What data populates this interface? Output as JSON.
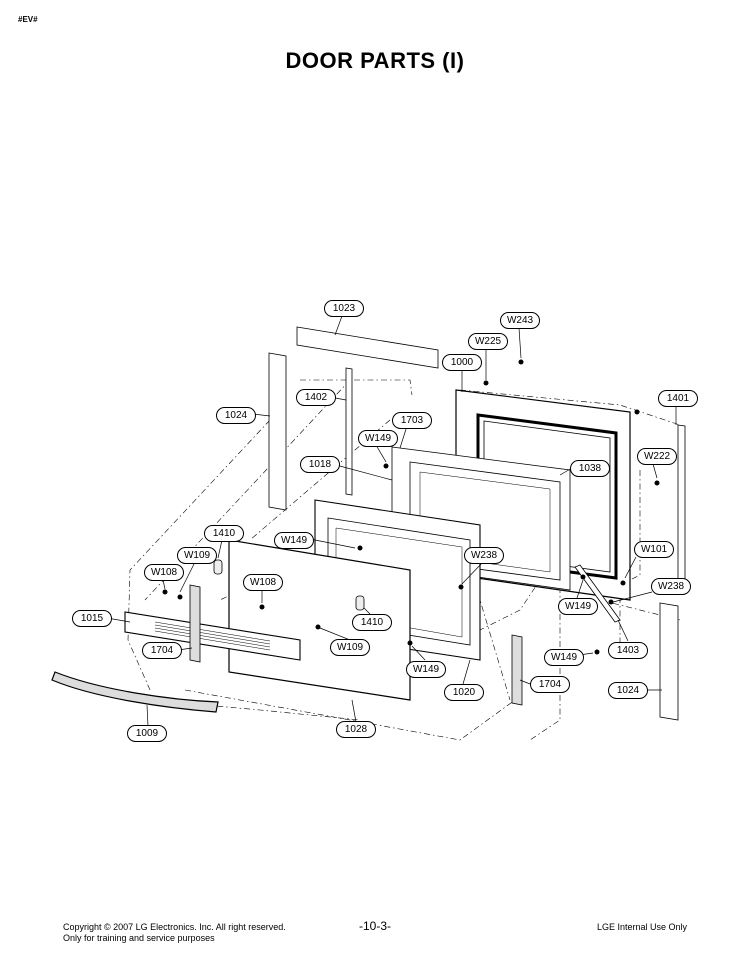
{
  "header": {
    "tag": "#EV#",
    "title": "DOOR PARTS (I)"
  },
  "callouts": [
    {
      "id": "c1023a",
      "label": "1023"
    },
    {
      "id": "cW243",
      "label": "W243"
    },
    {
      "id": "cW225",
      "label": "W225"
    },
    {
      "id": "c1000",
      "label": "1000"
    },
    {
      "id": "c1401",
      "label": "1401"
    },
    {
      "id": "c1402",
      "label": "1402"
    },
    {
      "id": "c1024a",
      "label": "1024"
    },
    {
      "id": "c1703",
      "label": "1703"
    },
    {
      "id": "cW149a",
      "label": "W149"
    },
    {
      "id": "cW222",
      "label": "W222"
    },
    {
      "id": "c1018",
      "label": "1018"
    },
    {
      "id": "c1038",
      "label": "1038"
    },
    {
      "id": "c1410a",
      "label": "1410"
    },
    {
      "id": "cW149b",
      "label": "W149"
    },
    {
      "id": "cW238a",
      "label": "W238"
    },
    {
      "id": "cW101",
      "label": "W101"
    },
    {
      "id": "cW109a",
      "label": "W109"
    },
    {
      "id": "cW108a",
      "label": "W108"
    },
    {
      "id": "cW108b",
      "label": "W108"
    },
    {
      "id": "cW238b",
      "label": "W238"
    },
    {
      "id": "cW149c",
      "label": "W149"
    },
    {
      "id": "c1015",
      "label": "1015"
    },
    {
      "id": "c1410b",
      "label": "1410"
    },
    {
      "id": "c1403",
      "label": "1403"
    },
    {
      "id": "c1704a",
      "label": "1704"
    },
    {
      "id": "cW109b",
      "label": "W109"
    },
    {
      "id": "cW149d",
      "label": "W149"
    },
    {
      "id": "cW149e",
      "label": "W149"
    },
    {
      "id": "c1704b",
      "label": "1704"
    },
    {
      "id": "c1024b",
      "label": "1024"
    },
    {
      "id": "c1020",
      "label": "1020"
    },
    {
      "id": "c1028",
      "label": "1028"
    },
    {
      "id": "c1009",
      "label": "1009"
    }
  ],
  "footer": {
    "copyright": "Copyright © 2007 LG Electronics. Inc. All right reserved.",
    "training": "Only for training and service purposes",
    "page": "-10-3-",
    "internal": "LGE Internal Use Only"
  }
}
